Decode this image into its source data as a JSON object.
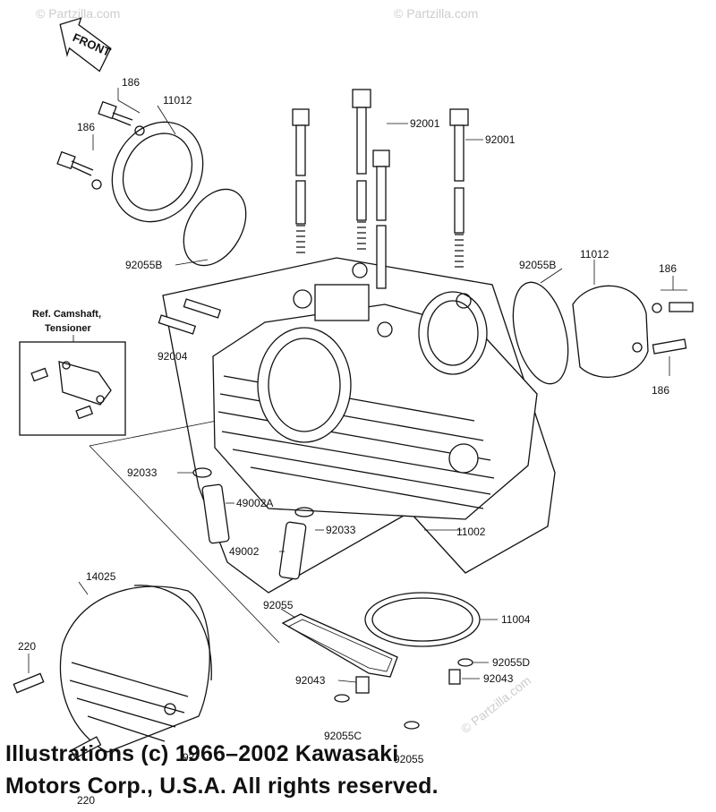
{
  "watermark": {
    "text": "© Partzilla.com"
  },
  "front_arrow": {
    "label": "FRONT"
  },
  "reference_box": {
    "title_line1": "Ref. Camshaft,",
    "title_line2": "Tensioner"
  },
  "part_labels": {
    "bolt_186_a": "186",
    "bolt_186_b": "186",
    "bolt_186_c": "186",
    "bolt_186_d": "186",
    "cap_11012_left": "11012",
    "cap_11012_right": "11012",
    "bolt_92001_a": "92001",
    "bolt_92001_b": "92001",
    "oring_92055b_left": "92055B",
    "oring_92055b_right": "92055B",
    "stud_92004": "92004",
    "ring_92033_a": "92033",
    "ring_92033_b": "92033",
    "guide_49002a": "49002A",
    "guide_49002": "49002",
    "head_11002": "11002",
    "cover_14025": "14025",
    "bolt_220_a": "220",
    "bolt_220_b": "220",
    "gasket_92055": "92055",
    "gasket_11004": "11004",
    "oring_92055d": "92055D",
    "dowel_92043_a": "92043",
    "dowel_92043_b": "92043",
    "oring_92055c": "92055C",
    "oring_92055_bottom": "92055",
    "cover_gasket_label": "92"
  },
  "copyright": {
    "line1": "Illustrations (c) 1966–2002 Kawasaki",
    "line2": "Motors Corp., U.S.A.  All rights reserved."
  }
}
